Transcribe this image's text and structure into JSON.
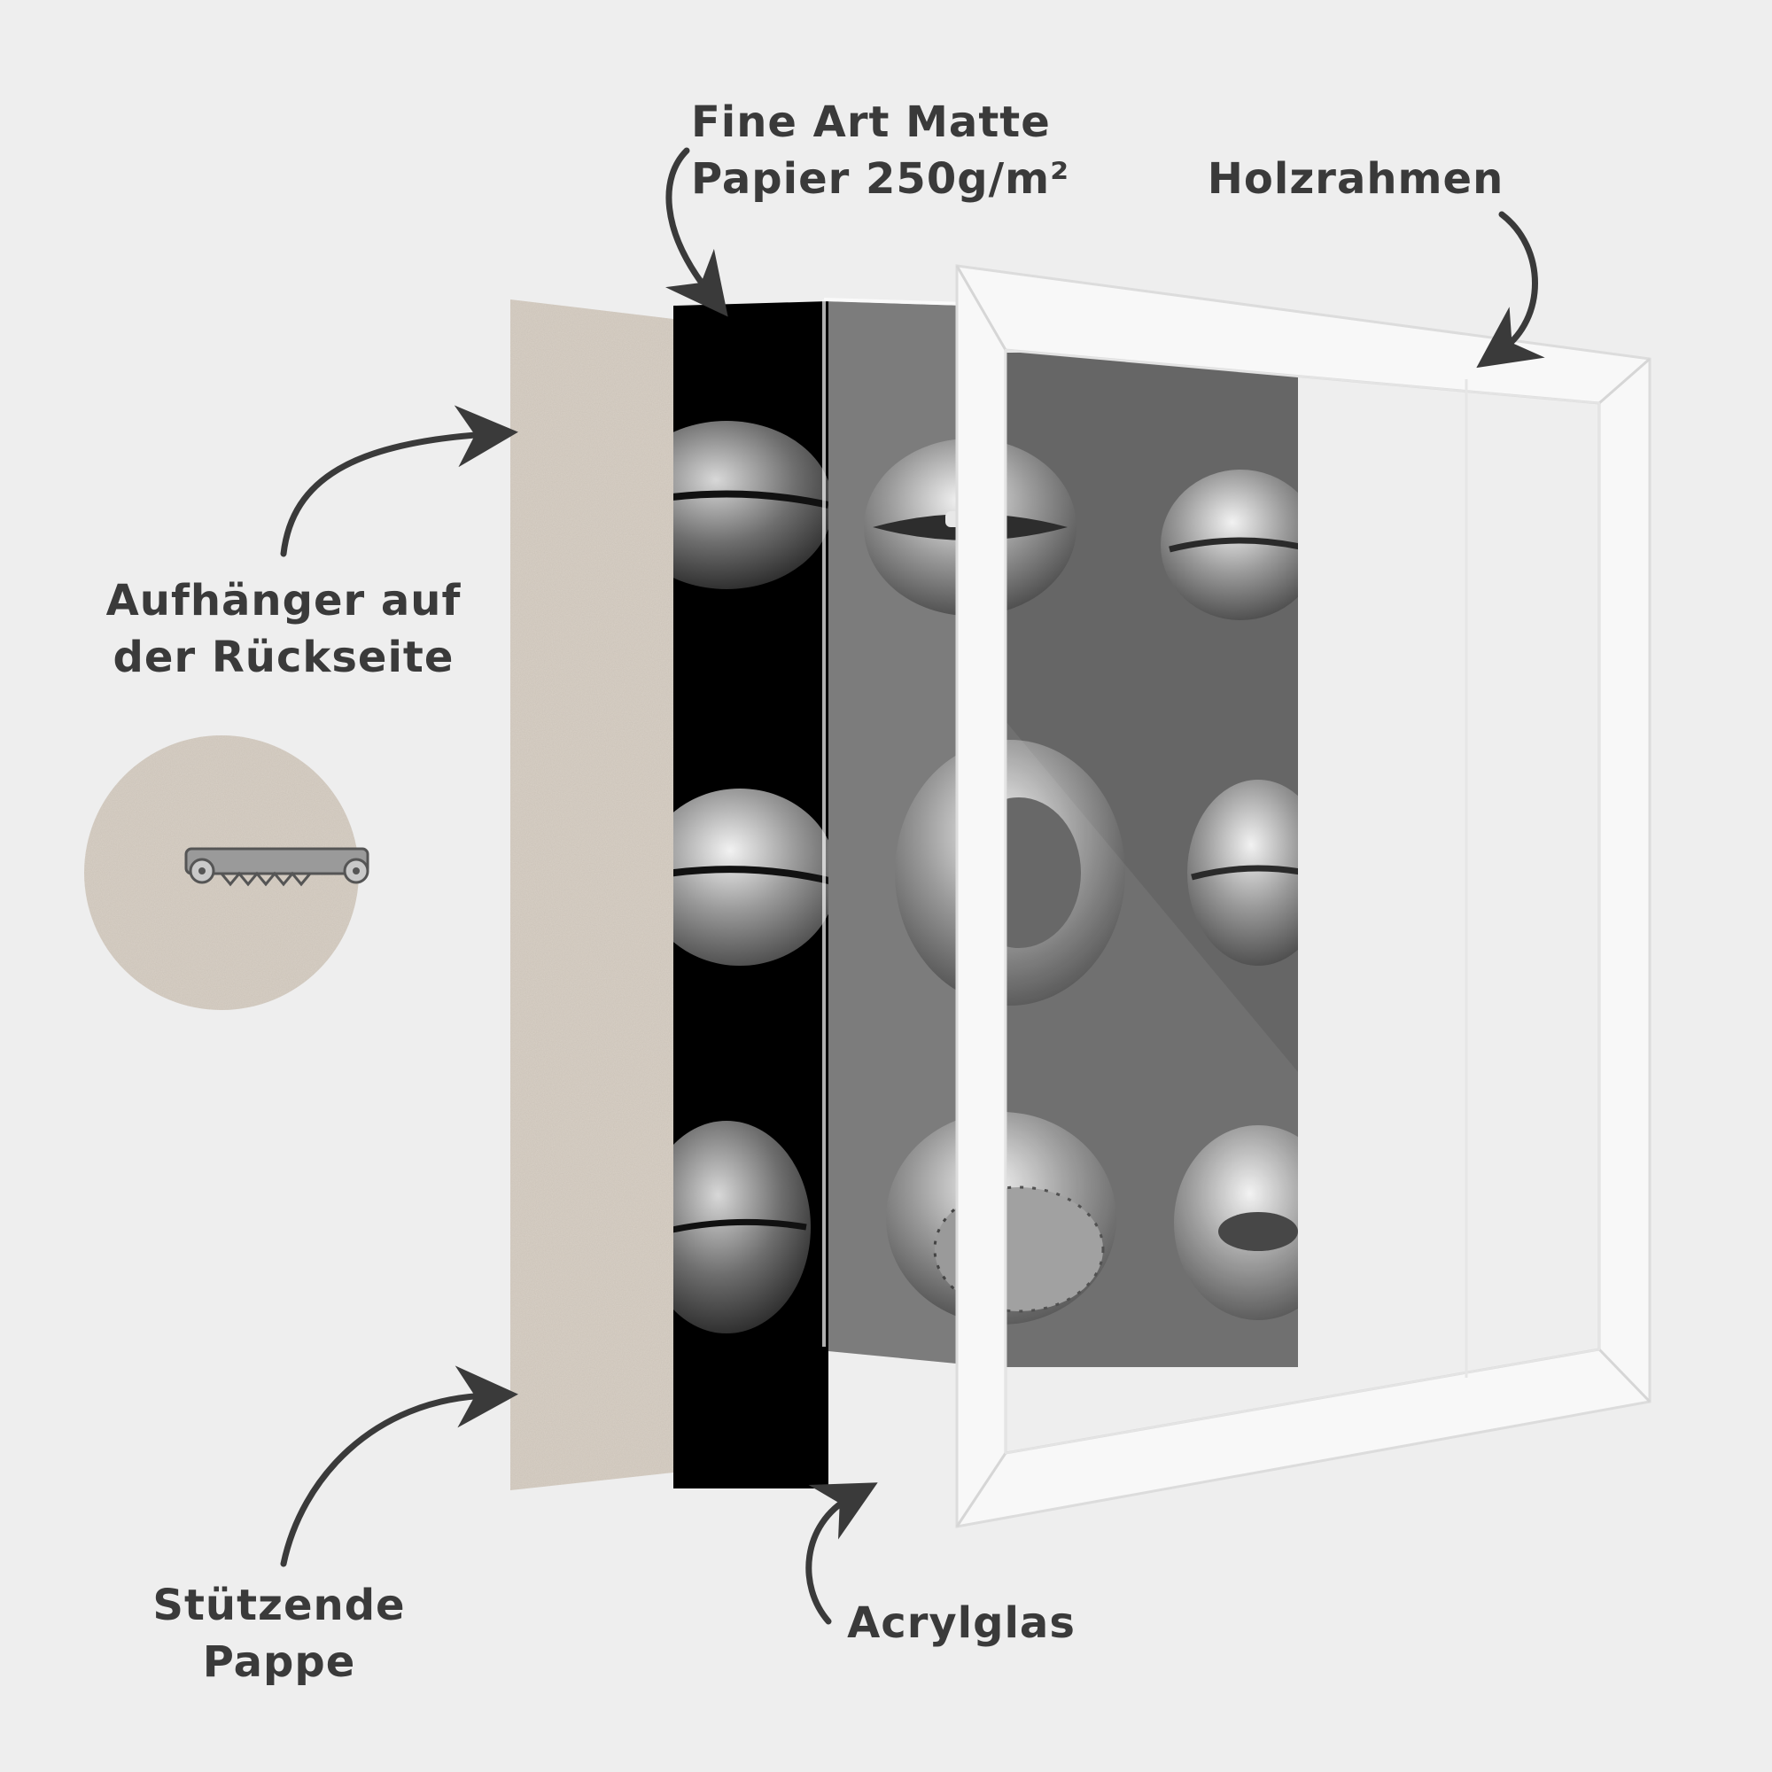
{
  "labels": {
    "paper": [
      "Fine Art Matte",
      "Papier 250g/m²"
    ],
    "frame": "Holzrahmen",
    "hanger": [
      "Aufhänger auf",
      "der Rückseite"
    ],
    "cardboard": [
      "Stützende",
      "Pappe"
    ],
    "acrylic": "Acrylglas"
  },
  "colors": {
    "background": "#eeeeee",
    "text": "#3a3a3a",
    "cardboard": "#d8d0c6",
    "print_background": "#000000",
    "acrylic_tint": "#5f5f5f",
    "frame": "#f8f8f8",
    "arrow": "#3a3a3a"
  },
  "icons": {
    "hanger": "sawtooth-hanger-icon",
    "arrows": "curved-arrow-icon"
  }
}
